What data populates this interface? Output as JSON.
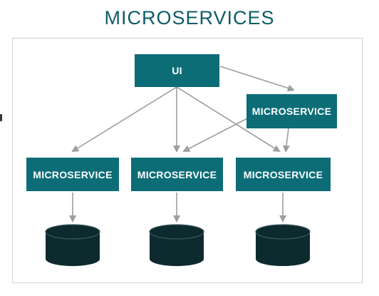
{
  "title": "MICROSERVICES",
  "nodes": {
    "ui": "UI",
    "service_top": "MICROSERVICE",
    "service_left": "MICROSERVICE",
    "service_center": "MICROSERVICE",
    "service_right": "MICROSERVICE"
  },
  "colors": {
    "title": "#0f5c66",
    "box": "#0d6d77",
    "database": "#0d2a2e",
    "arrow": "#9e9e9e",
    "frame": "#cfd4d4"
  },
  "databases": [
    "database-icon",
    "database-icon",
    "database-icon"
  ]
}
